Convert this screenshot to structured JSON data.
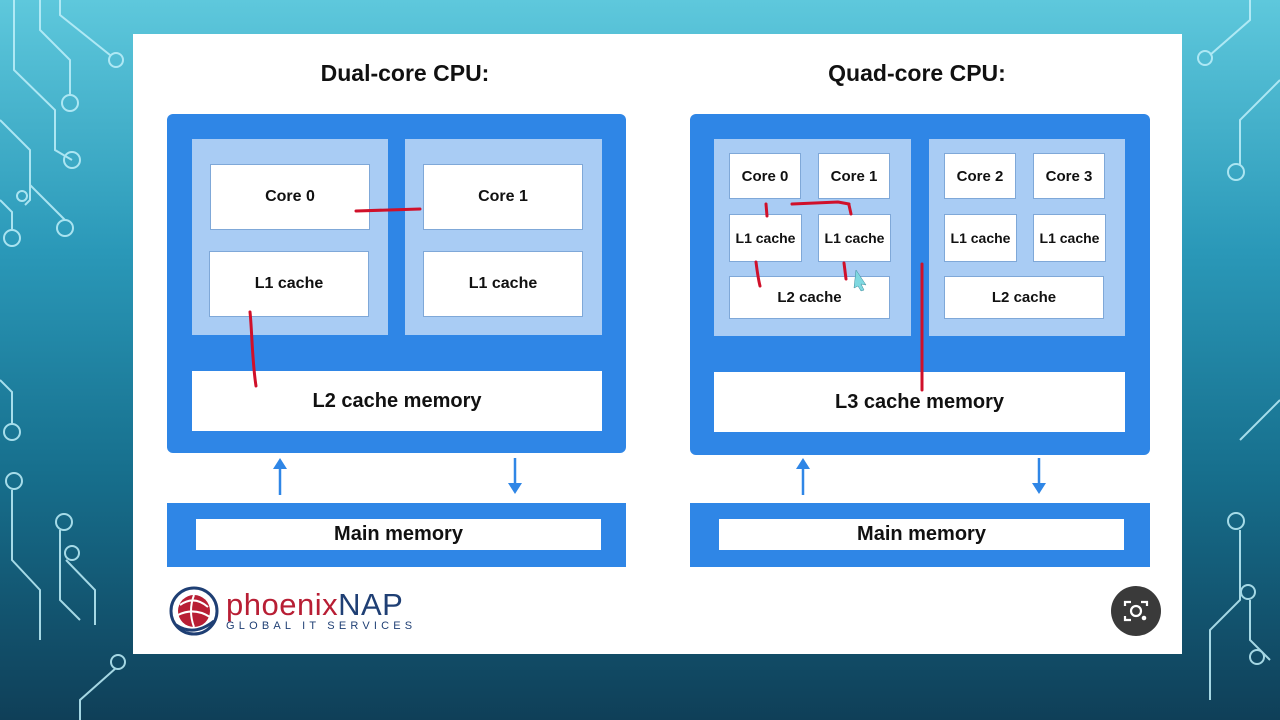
{
  "dual": {
    "title": "Dual-core CPU:",
    "core0": "Core 0",
    "core1": "Core 1",
    "l1_left": "L1 cache",
    "l1_right": "L1 cache",
    "l2": "L2 cache memory",
    "main": "Main memory"
  },
  "quad": {
    "title": "Quad-core CPU:",
    "core0": "Core 0",
    "core1": "Core 1",
    "core2": "Core 2",
    "core3": "Core 3",
    "l1_0": "L1 cache",
    "l1_1": "L1 cache",
    "l1_2": "L1 cache",
    "l1_3": "L1 cache",
    "l2_left": "L2 cache",
    "l2_right": "L2 cache",
    "l3": "L3 cache memory",
    "main": "Main memory"
  },
  "logo": {
    "name_part1": "phoenix",
    "name_part2": "NAP",
    "tagline": "GLOBAL IT SERVICES"
  },
  "icons": {
    "camera": "camera-search-icon",
    "logo_mark": "phoenixnap-globe-icon"
  },
  "colors": {
    "cpu_blue": "#2f86e6",
    "cluster_blue": "#a9ccf4",
    "annotation_red": "#d0102a",
    "logo_red": "#b81e34",
    "logo_navy": "#1f3f74"
  }
}
